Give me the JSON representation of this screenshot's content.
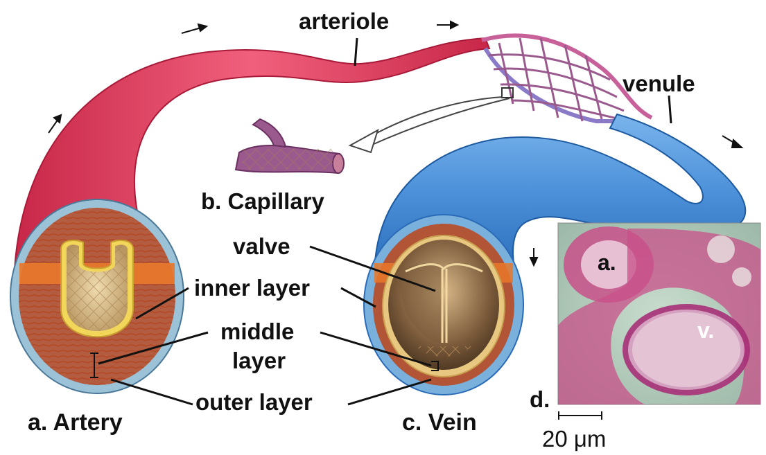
{
  "labels": {
    "arteriole": "arteriole",
    "venule": "venule",
    "capillary": "b. Capillary",
    "valve": "valve",
    "inner_layer": "inner layer",
    "middle_layer_1": "middle",
    "middle_layer_2": "layer",
    "outer_layer": "outer layer",
    "artery": "a. Artery",
    "vein": "c. Vein",
    "micrograph_panel": "d.",
    "micrograph_artery": "a.",
    "micrograph_vein": "v.",
    "scale_bar": "20 μm"
  },
  "colors": {
    "artery": "#e0405e",
    "artery_dark": "#b8203c",
    "vein": "#4a8fd8",
    "vein_dark": "#2a6bb8",
    "capillary": "#9a5a8e",
    "middle_layer": "#b84a24",
    "lumen_artery": "#d9c08a",
    "lumen_vein": "#6a4a2a",
    "micrograph_bg": "#b9cfc0",
    "tissue": "#c8508a"
  }
}
